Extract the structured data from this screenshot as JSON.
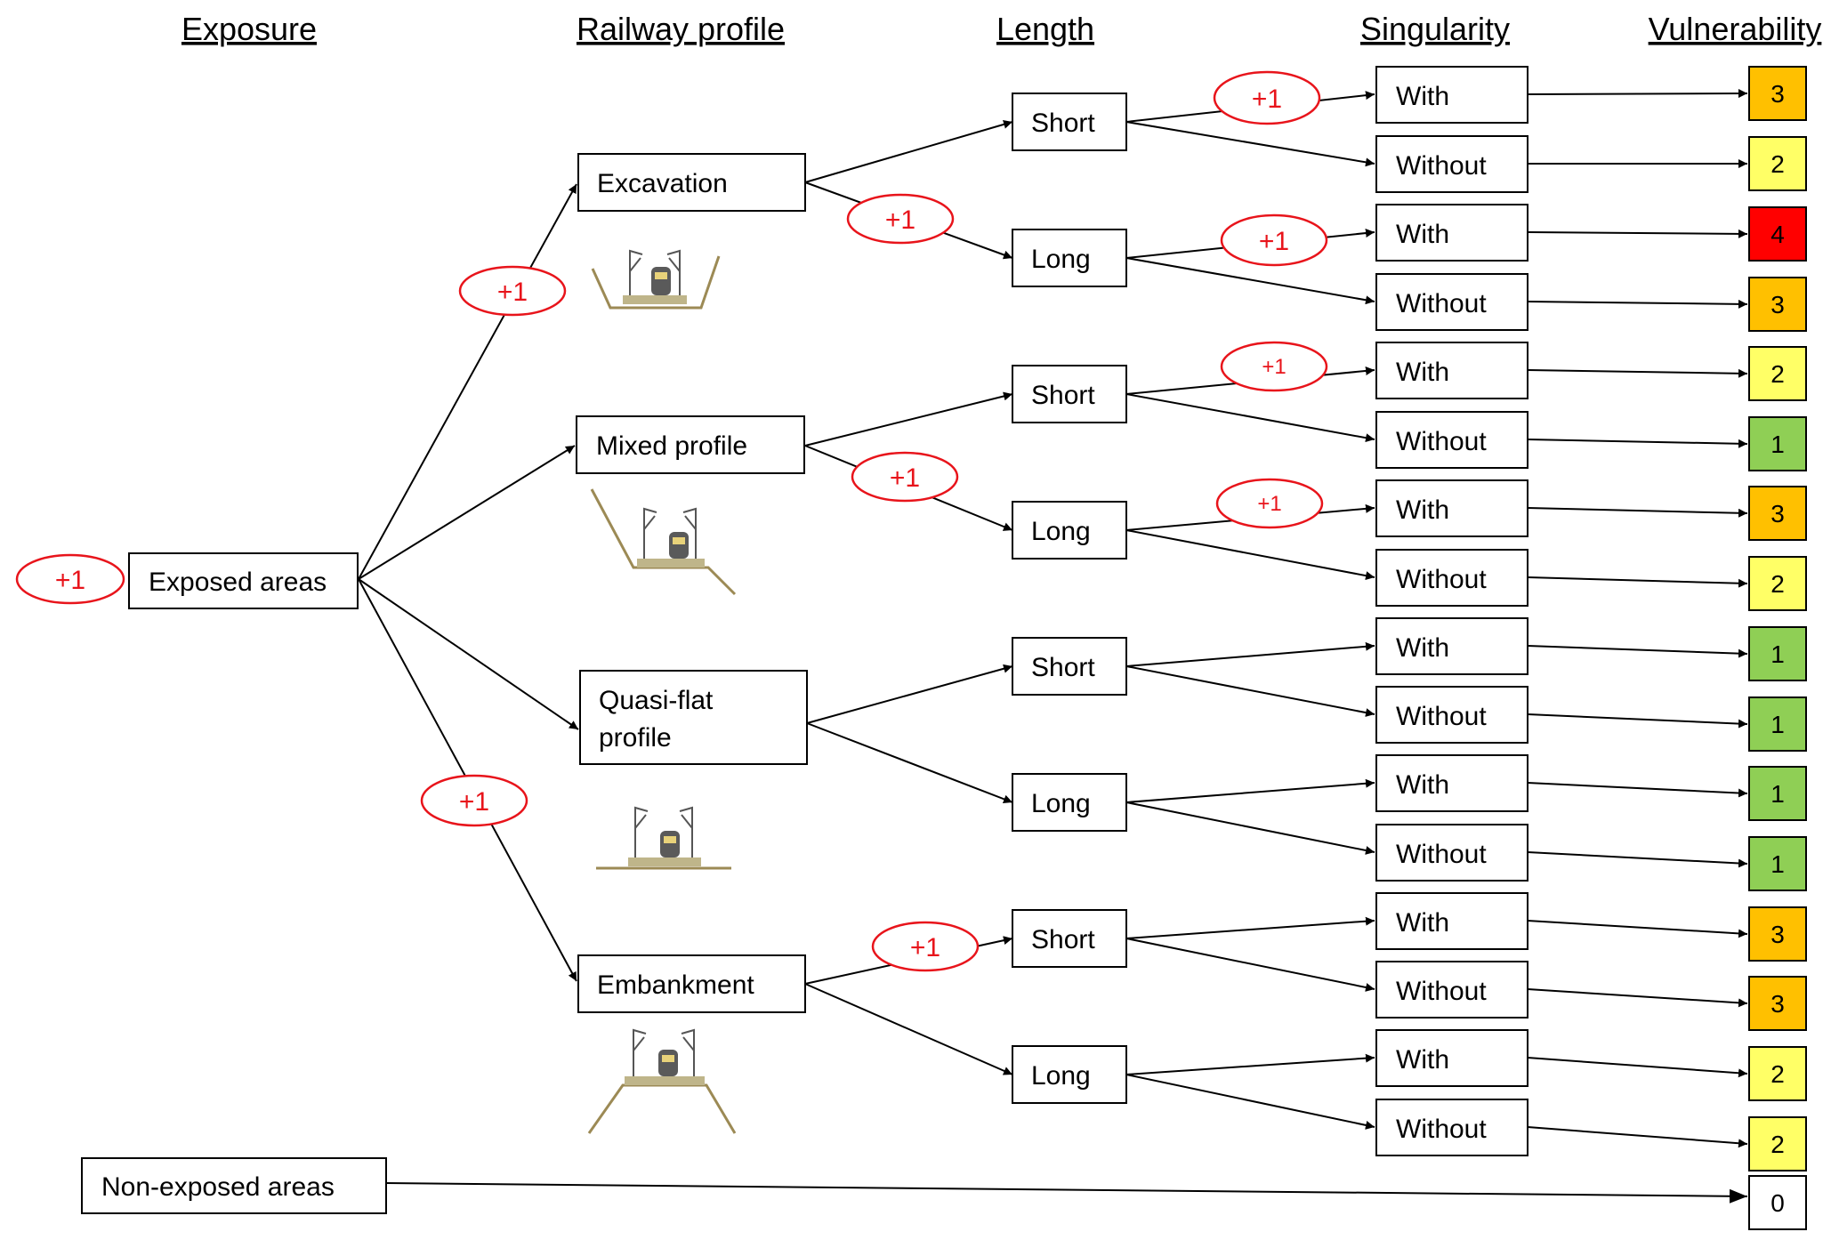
{
  "headers": {
    "exposure": "Exposure",
    "profile": "Railway profile",
    "length": "Length",
    "singularity": "Singularity",
    "vulnerability": "Vulnerability"
  },
  "exposure": {
    "exposed": "Exposed areas",
    "non_exposed": "Non-exposed areas",
    "exposed_bonus": "+1"
  },
  "profiles": [
    {
      "id": "excavation",
      "label": "Excavation",
      "bonus": "+1"
    },
    {
      "id": "mixed",
      "label": "Mixed profile",
      "bonus": ""
    },
    {
      "id": "quasiflat",
      "label_line1": "Quasi-flat",
      "label_line2": "profile",
      "bonus": ""
    },
    {
      "id": "embankment",
      "label": "Embankment",
      "bonus": "+1"
    }
  ],
  "lengths": [
    {
      "label": "Short",
      "bonus": ""
    },
    {
      "label": "Long",
      "bonus": "+1"
    },
    {
      "label": "Short",
      "bonus": ""
    },
    {
      "label": "Long",
      "bonus": "+1"
    },
    {
      "label": "Short",
      "bonus": ""
    },
    {
      "label": "Long",
      "bonus": ""
    },
    {
      "label": "Short",
      "bonus": "+1"
    },
    {
      "label": "Long",
      "bonus": ""
    }
  ],
  "singularity_bonuses": [
    "+1",
    "+1",
    "+1",
    "+1"
  ],
  "singularities": [
    "With",
    "Without",
    "With",
    "Without",
    "With",
    "Without",
    "With",
    "Without",
    "With",
    "Without",
    "With",
    "Without",
    "With",
    "Without",
    "With",
    "Without"
  ],
  "vulnerability_scores": [
    3,
    2,
    4,
    3,
    2,
    1,
    3,
    2,
    1,
    1,
    1,
    1,
    3,
    3,
    2,
    2
  ],
  "non_exposed_score": 0,
  "score_colors": {
    "0": "#ffffff",
    "1": "#8fcf55",
    "2": "#ffff66",
    "3": "#ffc000",
    "4": "#ff0000"
  }
}
